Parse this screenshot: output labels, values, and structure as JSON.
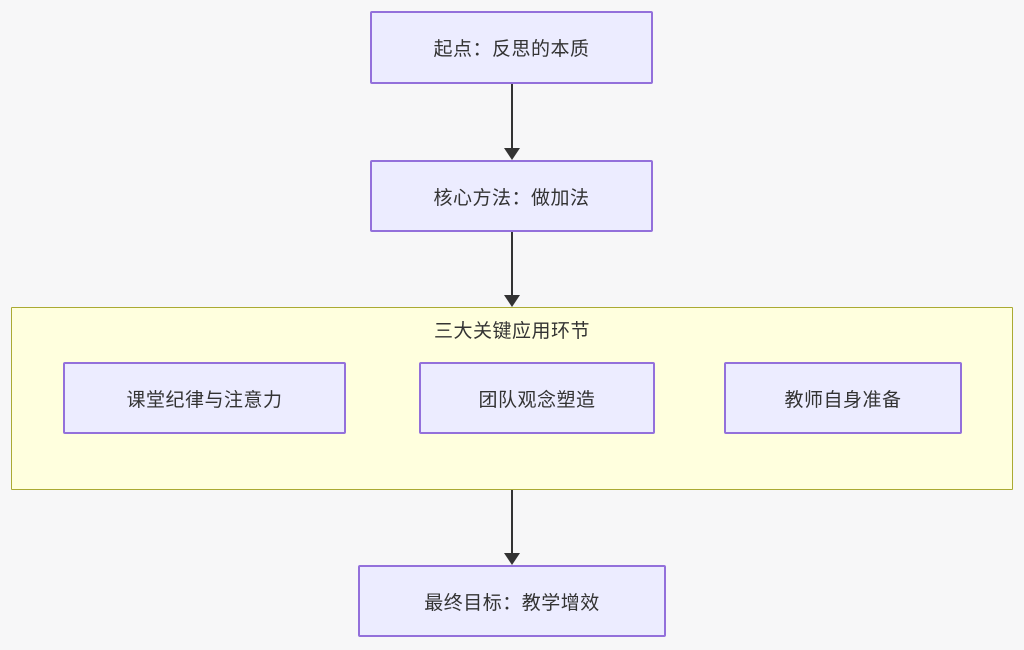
{
  "diagram": {
    "type": "flowchart",
    "direction": "top-down",
    "nodes": {
      "start": {
        "label": "起点：反思的本质"
      },
      "method": {
        "label": "核心方法：做加法"
      },
      "branch1": {
        "label": "课堂纪律与注意力"
      },
      "branch2": {
        "label": "团队观念塑造"
      },
      "branch3": {
        "label": "教师自身准备"
      },
      "goal": {
        "label": "最终目标：教学增效"
      }
    },
    "subgraph": {
      "title": "三大关键应用环节",
      "children": [
        "branch1",
        "branch2",
        "branch3"
      ]
    },
    "edges": [
      {
        "from": "start",
        "to": "method"
      },
      {
        "from": "method",
        "to": "subgraph"
      },
      {
        "from": "subgraph",
        "to": "goal"
      }
    ],
    "colors": {
      "background": "#f7f7f8",
      "node_fill": "#ececff",
      "node_border": "#9370db",
      "container_fill": "#ffffde",
      "container_border": "#aaaa33",
      "arrow": "#333333",
      "text": "#333333"
    }
  }
}
